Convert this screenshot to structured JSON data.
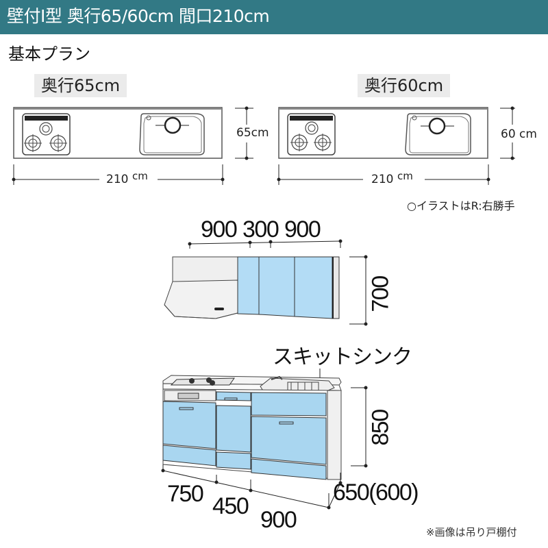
{
  "header": {
    "title": "壁付I型 奥行65/60cm 間口210cm",
    "background_color": "#327985"
  },
  "section": {
    "title": "基本プラン"
  },
  "plans": [
    {
      "depth_label": "奥行65cm",
      "depth_dimension": "65cm",
      "width_value": "210",
      "width_unit": "cm"
    },
    {
      "depth_label": "奥行60cm",
      "depth_dimension": "60 cm",
      "width_value": "210",
      "width_unit": "cm"
    }
  ],
  "illustration_note": "○イラストはR:右勝手",
  "wall_cabinet": {
    "widths": [
      "900",
      "300",
      "900"
    ],
    "height": "700",
    "door_color": "#b3dcf5"
  },
  "base_cabinet": {
    "sink_label": "スキットシンク",
    "height": "850",
    "widths": [
      "750",
      "450",
      "900"
    ],
    "depth": "650(600)",
    "door_color": "#a9d6f0"
  },
  "footnote": "※画像は吊り戸棚付"
}
